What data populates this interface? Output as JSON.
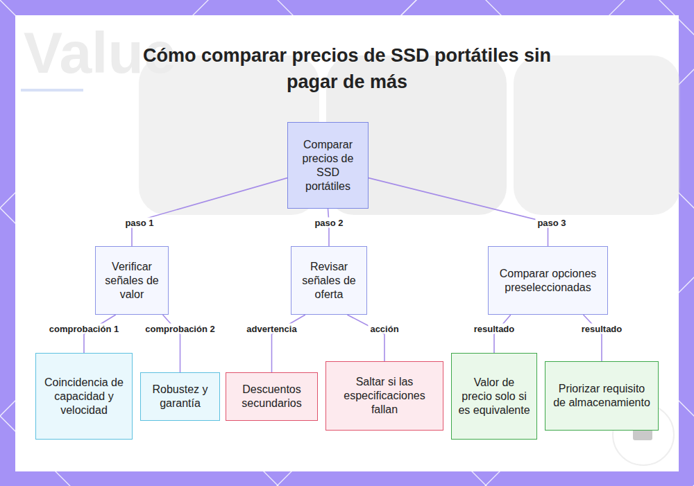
{
  "diagram": {
    "title": "Cómo comparar precios de SSD portátiles sin pagar de más",
    "nodes": [
      {
        "text": [
          "Comparar precios de SSD portátiles"
        ]
      },
      {
        "text": [
          "Verificar señales de valor"
        ]
      },
      {
        "text": [
          "Revisar señales de oferta"
        ]
      },
      {
        "text": [
          "Comparar opciones preseleccionadas"
        ]
      },
      {
        "text": [
          "Coincidencia de capacidad y velocidad"
        ]
      },
      {
        "text": [
          "Robustez y garantía"
        ]
      },
      {
        "text": [
          "Descuentos secundarios"
        ]
      },
      {
        "text": [
          "Saltar si las especificaciones fallan"
        ]
      },
      {
        "text": [
          "Valor de precio solo si es equivalente"
        ]
      },
      {
        "text": [
          "Priorizar requisito de almacenamiento"
        ]
      }
    ],
    "edges": [
      {
        "from": 0,
        "to": 1,
        "label": "paso 1",
        "arrow": "none"
      },
      {
        "from": 0,
        "to": 2,
        "label": "paso 2",
        "arrow": "none"
      },
      {
        "from": 0,
        "to": 3,
        "label": "paso 3",
        "arrow": "none"
      },
      {
        "from": 1,
        "to": 4,
        "label": "comprobación 1",
        "arrow": "none"
      },
      {
        "from": 1,
        "to": 5,
        "label": "comprobación 2",
        "arrow": "none"
      },
      {
        "from": 2,
        "to": 6,
        "label": "advertencia",
        "arrow": "none"
      },
      {
        "from": 2,
        "to": 7,
        "label": "acción",
        "arrow": "none"
      },
      {
        "from": 3,
        "to": 8,
        "label": "resultado",
        "arrow": "none"
      },
      {
        "from": 3,
        "to": 9,
        "label": "resultado",
        "arrow": "none"
      }
    ],
    "labels": [
      "Value"
    ]
  }
}
